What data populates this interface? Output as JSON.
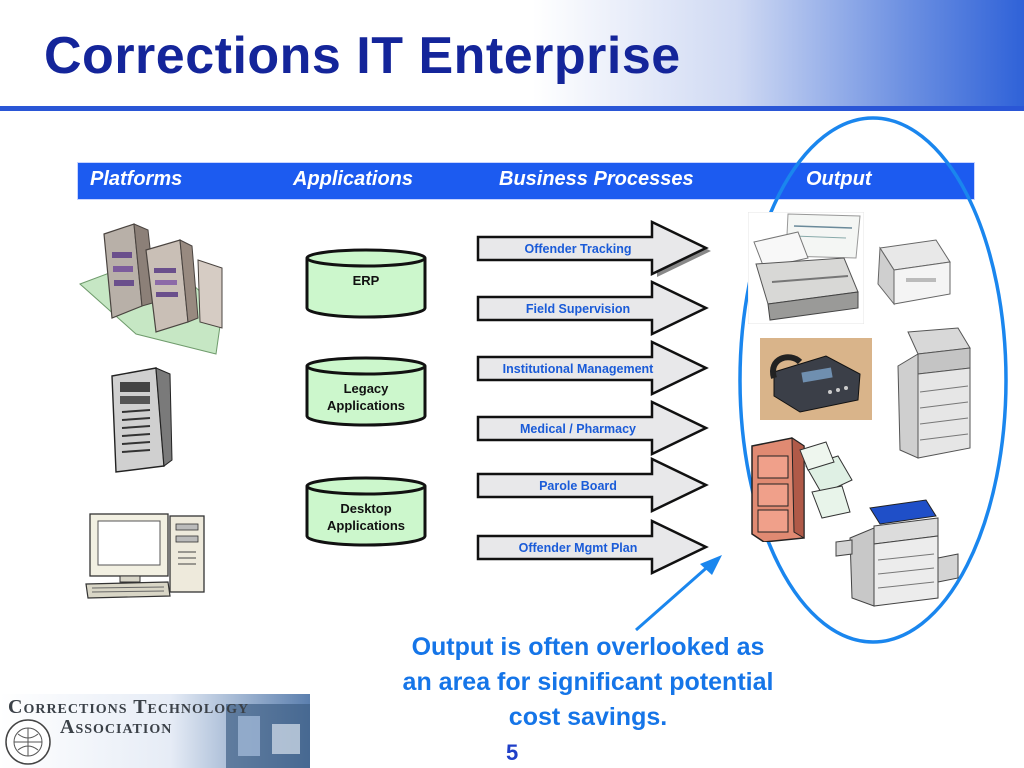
{
  "title": "Corrections IT Enterprise",
  "columns": {
    "platforms": "Platforms",
    "applications": "Applications",
    "business_processes": "Business Processes",
    "output": "Output"
  },
  "applications": [
    "ERP",
    "Legacy\nApplications",
    "Desktop\nApplications"
  ],
  "business_processes": [
    "Offender Tracking",
    "Field Supervision",
    "Institutional Management",
    "Medical / Pharmacy",
    "Parole Board",
    "Offender Mgmt Plan"
  ],
  "callout": "Output is often overlooked as an area for significant potential cost savings.",
  "page_number": "5",
  "footer_logo": {
    "line1": "Corrections Technology",
    "line2": "Association"
  },
  "colors": {
    "title": "#14259a",
    "header_bar": "#1c5bf0",
    "app_fill": "#ccf7cc",
    "callout": "#1575e8",
    "highlight_ellipse": "#1a86ee"
  }
}
